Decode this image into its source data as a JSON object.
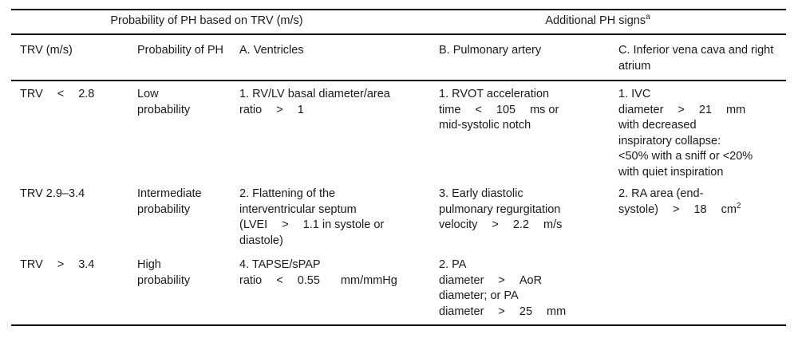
{
  "table": {
    "group_headers": [
      {
        "label": "Probability of PH based on TRV (m/s)",
        "superscript": ""
      },
      {
        "label": "Additional PH signs",
        "superscript": "a"
      }
    ],
    "column_headers": [
      "TRV (m/s)",
      "Probability of PH",
      "A. Ventricles",
      "B. Pulmonary artery",
      "C. Inferior vena cava and right atrium"
    ],
    "column_headers_lines": {
      "c0": [
        "TRV (m/s)"
      ],
      "c1": [
        "Probability of",
        "PH"
      ],
      "c2": [
        "A. Ventricles"
      ],
      "c3": [
        "B. Pulmonary artery"
      ],
      "c4": [
        "C. Inferior vena cava and",
        "right atrium"
      ]
    },
    "rows": [
      {
        "trv": "TRV < 2.8",
        "trv_lines": [
          "TRV",
          "<",
          "2.8"
        ],
        "probability": "Low probability",
        "probability_lines": [
          "Low",
          "probability"
        ],
        "ventricles": "1. RV/LV basal diameter/area ratio > 1",
        "ventricles_lines": [
          "1. RV/LV basal diameter/area",
          "ratio",
          ">",
          "1"
        ],
        "pulmonary_artery": "1. RVOT acceleration time < 105 ms or mid-systolic notch",
        "pulmonary_artery_lines": [
          "1. RVOT acceleration",
          "time",
          "<",
          "105",
          "ms or",
          "mid-systolic notch"
        ],
        "ivc_ra": "1. IVC diameter > 21 mm with decreased inspiratory collapse: <50% with a sniff or <20% with quiet inspiration",
        "ivc_ra_lines": [
          "1. IVC",
          "diameter",
          ">",
          "21",
          "mm",
          "with decreased",
          "inspiratory collapse:",
          "<50% with a sniff or <20%",
          "with quiet inspiration"
        ]
      },
      {
        "trv": "TRV 2.9–3.4",
        "trv_lines": [
          "TRV 2.9–3.4"
        ],
        "probability": "Intermediate probability",
        "probability_lines": [
          "Intermediate",
          "probability"
        ],
        "ventricles": "2. Flattening of the interventricular septum (LVEI > 1.1 in systole or diastole)",
        "ventricles_lines": [
          "2. Flattening of the",
          "interventricular septum",
          "(LVEI",
          ">",
          "1.1 in systole or",
          "diastole)"
        ],
        "pulmonary_artery": "3. Early diastolic pulmonary regurgitation velocity > 2.2 m/s",
        "pulmonary_artery_lines": [
          "3. Early diastolic",
          "pulmonary regurgitation",
          "velocity",
          ">",
          "2.2",
          "m/s"
        ],
        "ivc_ra": "2. RA area (end-systole) > 18 cm2",
        "ivc_ra_lines": [
          "2. RA area (end-",
          "systole)",
          ">",
          "18",
          "cm",
          "2"
        ]
      },
      {
        "trv": "TRV > 3.4",
        "trv_lines": [
          "TRV",
          ">",
          "3.4"
        ],
        "probability": "High probability",
        "probability_lines": [
          "High",
          "probability"
        ],
        "ventricles": "4. TAPSE/sPAP ratio < 0.55 mm/mmHg",
        "ventricles_lines": [
          "4. TAPSE/sPAP",
          "ratio",
          "<",
          "0.55",
          "mm/mmHg"
        ],
        "pulmonary_artery": "2. PA diameter > AoR diameter; or PA diameter > 25 mm",
        "pulmonary_artery_lines": [
          "2. PA",
          "diameter",
          ">",
          "AoR",
          "diameter; or PA",
          "diameter",
          ">",
          "25",
          "mm"
        ],
        "ivc_ra": "",
        "ivc_ra_lines": []
      }
    ]
  }
}
